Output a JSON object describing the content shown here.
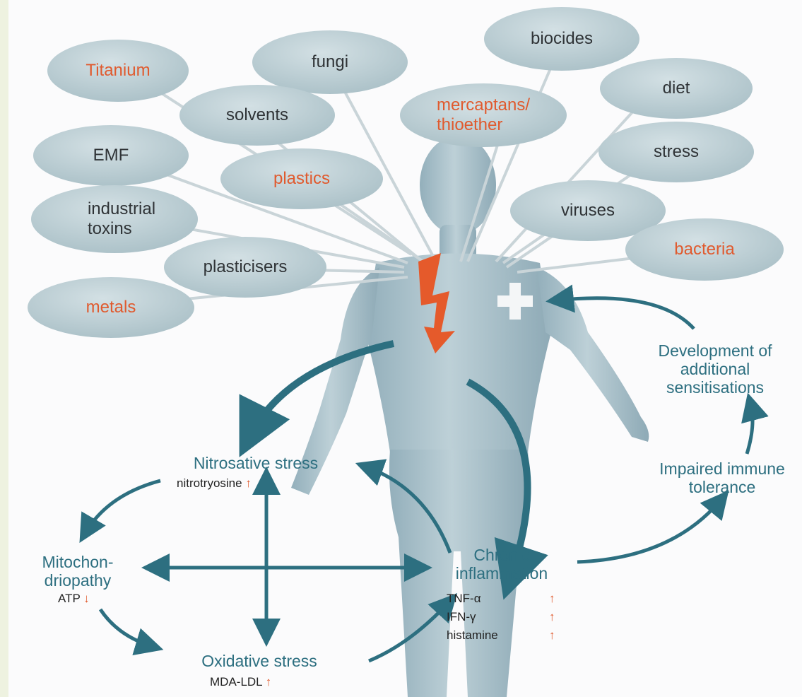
{
  "bubbles": [
    {
      "id": "titanium",
      "label": "Titanium",
      "red": true
    },
    {
      "id": "fungi",
      "label": "fungi",
      "red": false
    },
    {
      "id": "biocides",
      "label": "biocides",
      "red": false
    },
    {
      "id": "solvents",
      "label": "solvents",
      "red": false
    },
    {
      "id": "mercaptans",
      "label": "mercaptans/\nthioether",
      "red": true
    },
    {
      "id": "diet",
      "label": "diet",
      "red": false
    },
    {
      "id": "emf",
      "label": "EMF",
      "red": false
    },
    {
      "id": "plastics",
      "label": "plastics",
      "red": true
    },
    {
      "id": "stress",
      "label": "stress",
      "red": false
    },
    {
      "id": "industrial-toxins",
      "label": "industrial\ntoxins",
      "red": false
    },
    {
      "id": "viruses",
      "label": "viruses",
      "red": false
    },
    {
      "id": "plasticisers",
      "label": "plasticisers",
      "red": false
    },
    {
      "id": "bacteria",
      "label": "bacteria",
      "red": true
    },
    {
      "id": "metals",
      "label": "metals",
      "red": true
    }
  ],
  "cycle": {
    "nitrosative": {
      "title": "Nitrosative stress",
      "marker": "nitrotryosine",
      "trend": "↑"
    },
    "mito": {
      "title": "Mitochon-\ndriopathy",
      "marker": "ATP",
      "trend": "↓"
    },
    "oxidative": {
      "title": "Oxidative stress",
      "marker": "MDA-LDL",
      "trend": "↑"
    },
    "chronic": {
      "title": "Chronic\ninflammation",
      "markers": [
        {
          "label": "TNF-α",
          "trend": "↑"
        },
        {
          "label": "IFN-γ",
          "trend": "↑"
        },
        {
          "label": "histamine",
          "trend": "↑"
        }
      ]
    },
    "impaired": {
      "title": "Impaired immune\ntolerance"
    },
    "development": {
      "title": "Development of\nadditional\nsensitisations"
    }
  },
  "colors": {
    "bubble_fill": "#b9cdd3",
    "body_fill": "#a7c1cb",
    "accent_red": "#e05a2e",
    "cycle_teal": "#2d6f80"
  }
}
